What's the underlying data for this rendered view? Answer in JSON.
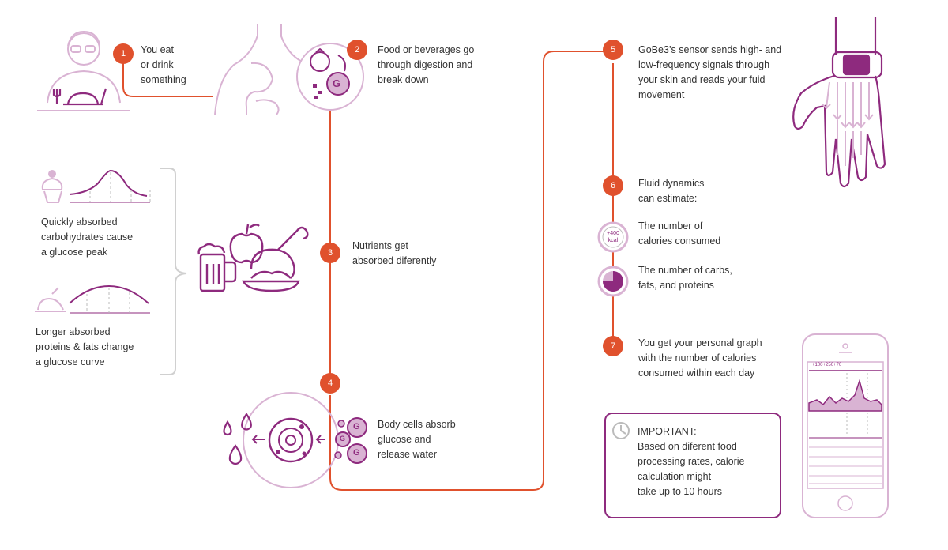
{
  "steps": [
    {
      "num": "1",
      "text": [
        "You eat",
        "or drink",
        "something"
      ]
    },
    {
      "num": "2",
      "text": [
        "Food or beverages go",
        "through digestion and",
        "break down"
      ]
    },
    {
      "num": "3",
      "text": [
        "Nutrients get",
        "absorbed diferently"
      ]
    },
    {
      "num": "4",
      "text": []
    },
    {
      "num": "5",
      "text": [
        "GoBe3’s sensor sends high- and",
        "low-frequency signals through",
        "your skin and reads your fuid",
        "movement"
      ]
    },
    {
      "num": "6",
      "text": [
        "Fluid dynamics",
        "can estimate:"
      ]
    },
    {
      "num": "7",
      "text": [
        "You get your personal graph",
        "with the number of calories",
        "consumed within each day"
      ]
    }
  ],
  "step4_text": [
    "Body cells absorb",
    "glucose and",
    "release water"
  ],
  "estimates": [
    {
      "text": [
        "The number of",
        "calories consumed"
      ],
      "icon_value": "+400",
      "icon_unit": "kcal"
    },
    {
      "text": [
        "The number of carbs,",
        "fats, and proteins"
      ]
    }
  ],
  "carbs_fast": [
    "Quickly absorbed",
    "carbohydrates cause",
    "a glucose peak"
  ],
  "carbs_slow": [
    "Longer absorbed",
    "proteins & fats change",
    "a glucose curve"
  ],
  "important": {
    "title": "IMPORTANT:",
    "text": [
      "Based on diferent food",
      "processing rates, calorie",
      "calculation might",
      "take up to 10 hours"
    ]
  },
  "phone_header": "+100+250+70",
  "glucose_label": "G",
  "colors": {
    "accent": "#e0512d",
    "purple": "#8e2a7e",
    "light_purple": "#d9b3d3",
    "gray": "#bbbbbb"
  }
}
